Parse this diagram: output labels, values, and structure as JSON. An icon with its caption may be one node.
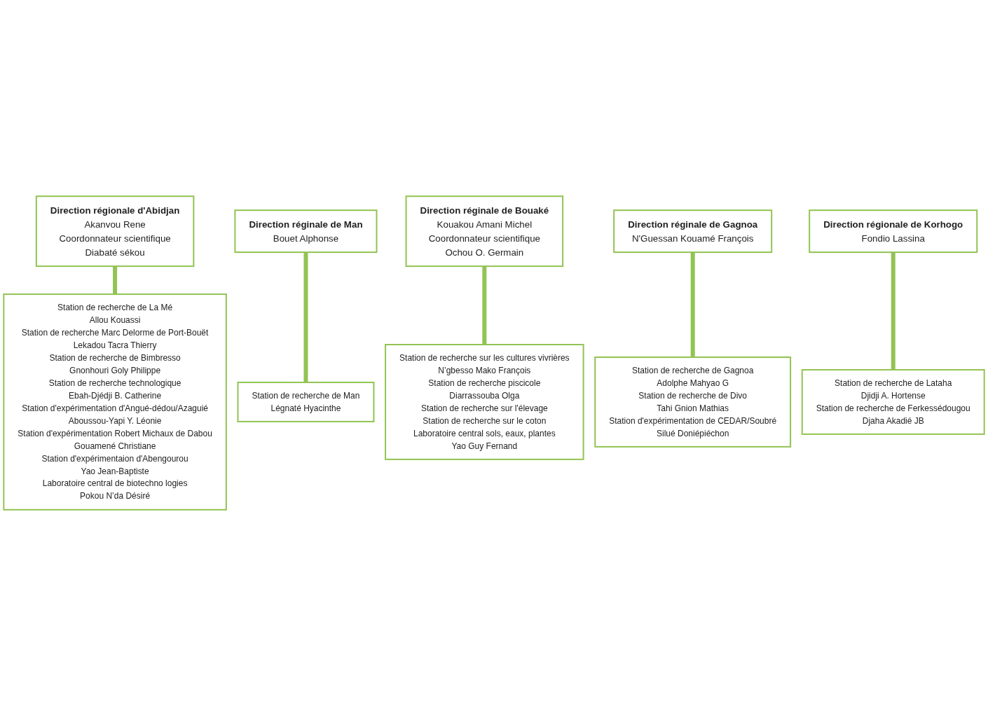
{
  "diagram": {
    "nodes": [
      {
        "text": [
          "Direction régionale d'Abidjan",
          "Akanvou Rene",
          "Coordonnateur scientifique",
          "Diabaté sékou"
        ]
      },
      {
        "text": [
          "Direction réginale de Man",
          "Bouet Alphonse"
        ]
      },
      {
        "text": [
          "Direction réginale de Bouaké",
          "Kouakou Amani Michel",
          "Coordonnateur scientifique",
          "Ochou O. Germain"
        ]
      },
      {
        "text": [
          "Direction réginale de Gagnoa",
          "N'Guessan Kouamé François"
        ]
      },
      {
        "text": [
          "Direction régionale de Korhogo",
          "Fondio Lassina"
        ]
      },
      {
        "text": [
          "Station de recherche de La Mé",
          "Allou Kouassi",
          "Station de recherche Marc Delorme de Port-Bouët",
          "Lekadou Tacra Thierry",
          "Station de recherche de Bimbresso",
          "Gnonhouri Goly Philippe",
          "Station de recherche technologique",
          "Ebah-Djédji B. Catherine",
          "Station d'expérimentation d'Angué-dédou/Azaguié",
          "Aboussou-Yapi Y. Léonie",
          "Station d'expérimentation Robert Michaux de Dabou",
          "Gouamené Christiane",
          "Station d'expérimentaion d'Abengourou",
          "Yao Jean-Baptiste",
          "Laboratoire central de biotechno logies",
          "Pokou N’da Désiré"
        ]
      },
      {
        "text": [
          "Station de recherche sur les cultures vivrières",
          "N’gbesso Mako François",
          "Station de recherche piscicole",
          "Diarrassouba Olga",
          "Station de recherche sur l'élevage",
          "Station de recherche sur le coton",
          "Laboratoire central sols, eaux, plantes",
          "Yao Guy Fernand"
        ]
      },
      {
        "text": [
          "Station de recherche de Lataha",
          "Djidji A. Hortense",
          "Station de recherche de Ferkessédougou",
          "Djaha Akadié JB"
        ]
      },
      {
        "text": [
          "Station de recherche de Gagnoa",
          "Adolphe Mahyao G",
          "Station de recherche de Divo",
          "Tahi Gnion Mathias",
          "Station d'expérimentation de CEDAR/Soubré",
          "Silué Doniépiéchon"
        ]
      },
      {
        "text": [
          "Station de recherche de Man",
          "Légnaté Hyacinthe"
        ]
      }
    ],
    "edges": [
      {
        "from": 0,
        "to": 5,
        "arrow": "none"
      },
      {
        "from": 1,
        "to": 9,
        "arrow": "none"
      },
      {
        "from": 2,
        "to": 6,
        "arrow": "none"
      },
      {
        "from": 3,
        "to": 8,
        "arrow": "none"
      },
      {
        "from": 4,
        "to": 7,
        "arrow": "none"
      }
    ]
  }
}
